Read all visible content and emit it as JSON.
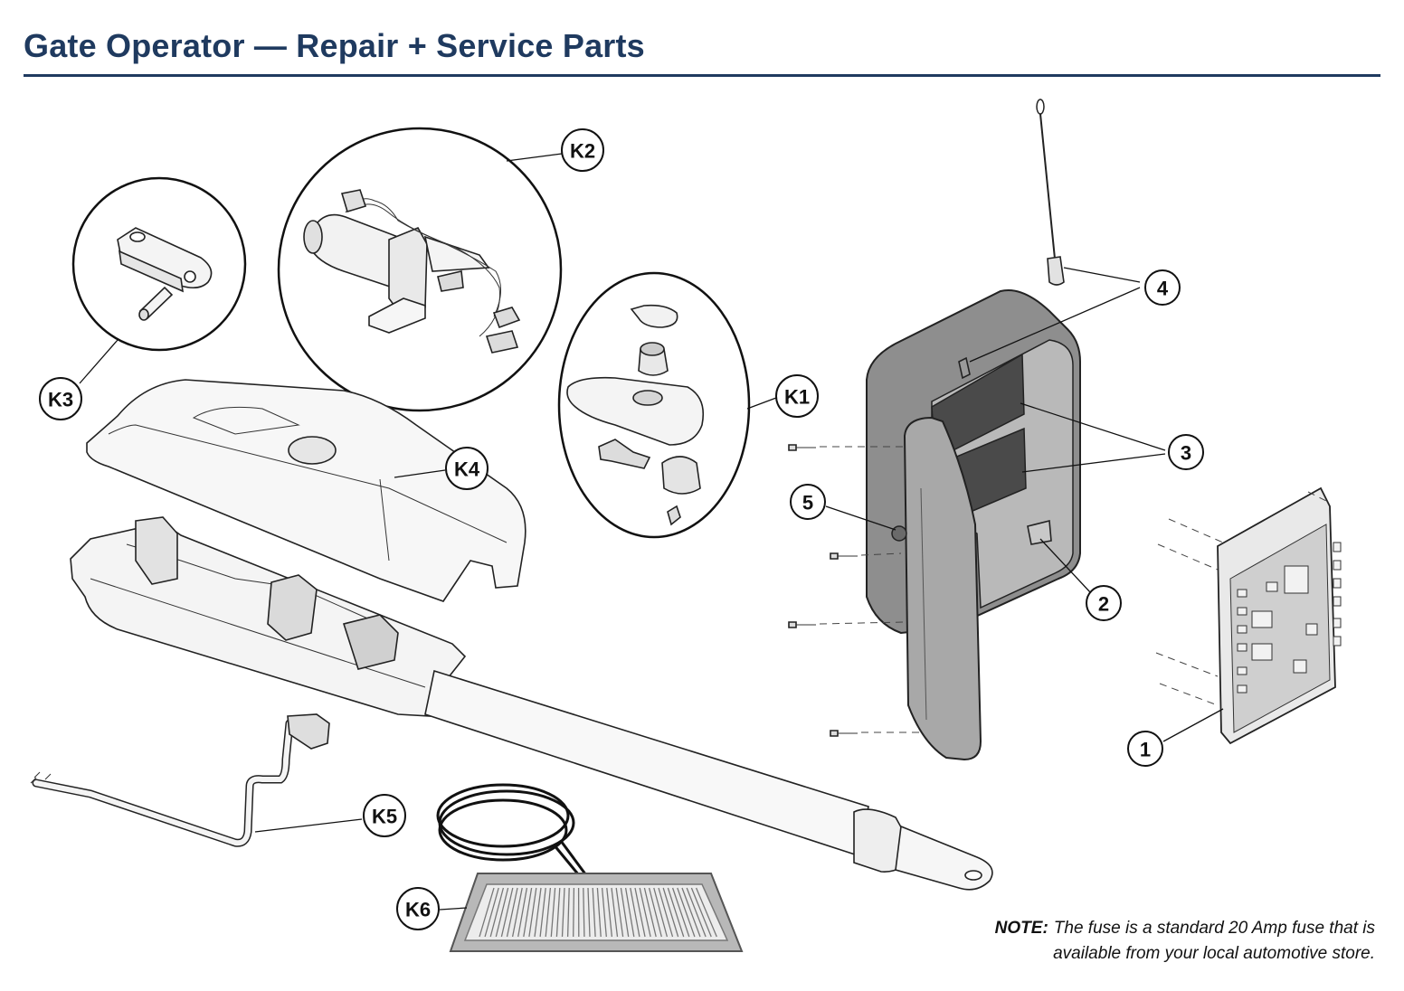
{
  "page": {
    "title": "Gate Operator — Repair + Service Parts"
  },
  "colors": {
    "title": "#1f3a5f",
    "rule": "#1f3a5f",
    "enclosure_gray": "#8e8e8e",
    "dark_gray": "#4a4a4a",
    "outline": "#222222"
  },
  "callouts": [
    {
      "label": "K1",
      "part": "key-lock-release-kit"
    },
    {
      "label": "K2",
      "part": "motor-assembly"
    },
    {
      "label": "K3",
      "part": "bracket-and-pin"
    },
    {
      "label": "K4",
      "part": "actuator-cover"
    },
    {
      "label": "K5",
      "part": "power-harness"
    },
    {
      "label": "K6",
      "part": "exit-sensor-pad"
    },
    {
      "label": "1",
      "part": "control-board"
    },
    {
      "label": "2",
      "part": "fuse"
    },
    {
      "label": "3",
      "part": "batteries"
    },
    {
      "label": "4",
      "part": "antenna"
    },
    {
      "label": "5",
      "part": "enclosure-grommet"
    }
  ],
  "note": {
    "label": "NOTE:",
    "line1": "The fuse is a standard 20 Amp fuse that is",
    "line2": "available from your local automotive store."
  }
}
